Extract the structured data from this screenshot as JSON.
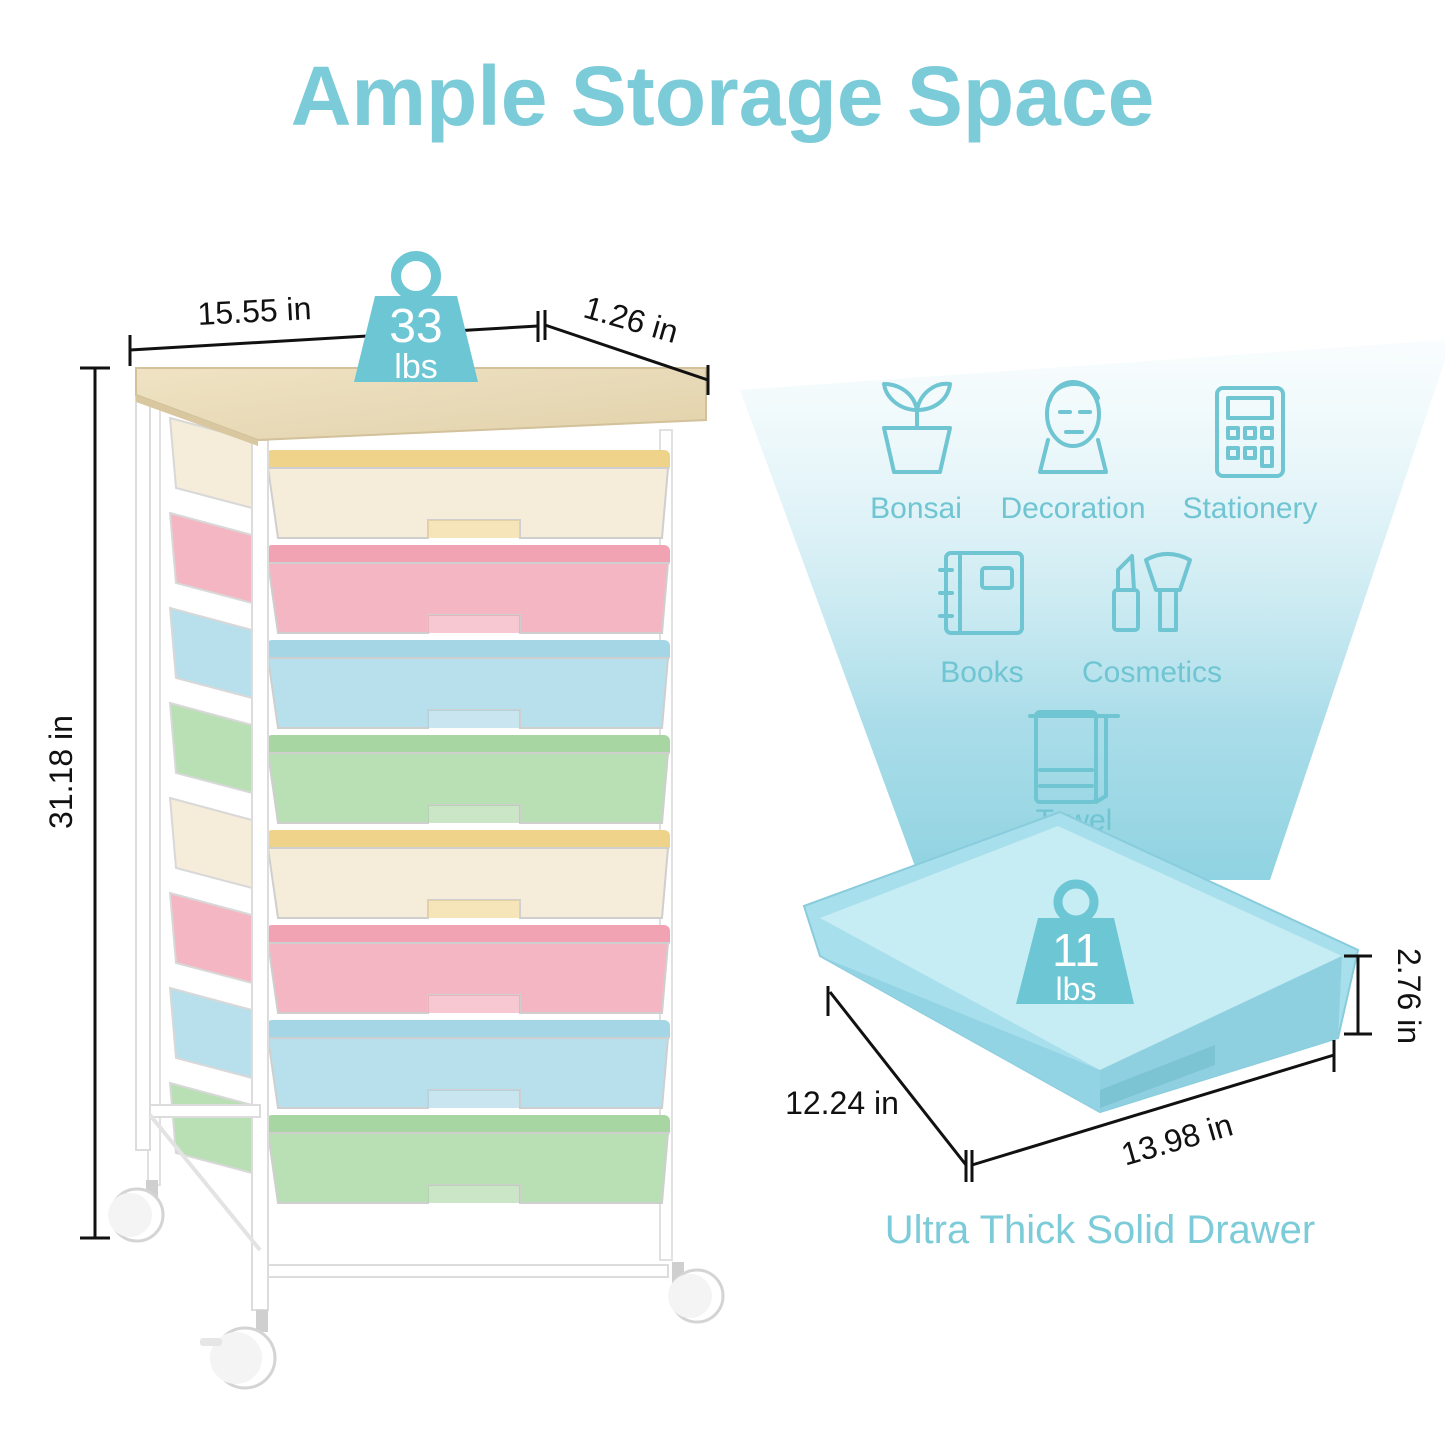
{
  "title": "Ample Storage Space",
  "colors": {
    "accent": "#7ccbd8",
    "icon": "#6fc5d2",
    "weight_badge": "#6cc6d3",
    "wood_top": "#eadcb9",
    "frame": "#ffffff",
    "drawer_cream": "#f5ecd9",
    "drawer_yellow": "#f0d38a",
    "drawer_pink": "#f5b6c3",
    "drawer_blue": "#b8e0ec",
    "drawer_green": "#b9dfb4",
    "tray": "#9fdcea"
  },
  "cart": {
    "width": "15.55 in",
    "depth": "1.26 in",
    "height": "31.18 in",
    "load_value": "33",
    "load_unit": "lbs",
    "drawer_colors": [
      "cream",
      "pink",
      "blue",
      "green",
      "cream",
      "pink",
      "blue",
      "green"
    ]
  },
  "usages": [
    {
      "label": "Bonsai",
      "icon": "bonsai-icon"
    },
    {
      "label": "Decoration",
      "icon": "bust-icon"
    },
    {
      "label": "Stationery",
      "icon": "calculator-icon"
    },
    {
      "label": "Books",
      "icon": "notebook-icon"
    },
    {
      "label": "Cosmetics",
      "icon": "cosmetics-icon"
    },
    {
      "label": "Towel",
      "icon": "towel-icon"
    }
  ],
  "drawer": {
    "depth": "12.24 in",
    "width": "13.98 in",
    "height": "2.76 in",
    "load_value": "11",
    "load_unit": "lbs",
    "caption": "Ultra Thick Solid Drawer"
  }
}
